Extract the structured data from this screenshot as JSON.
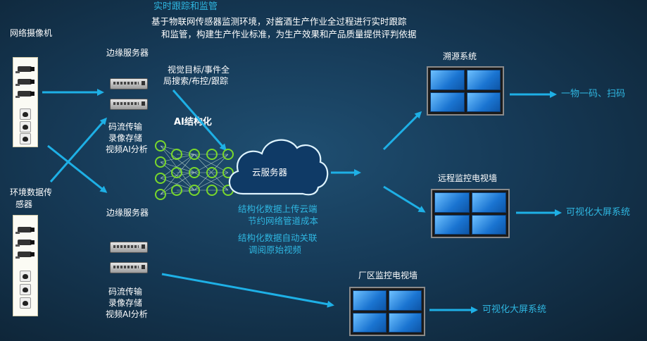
{
  "header": {
    "title": "实时跟踪和监管",
    "intro_line1": "基于物联网传感器监测环境，对酱酒生产作业全过程进行实时跟踪",
    "intro_line2": "和监管，构建生产作业标准，为生产效果和产品质量提供评判依据"
  },
  "inputs": {
    "camera_label": "网络摄像机",
    "sensor_label_line1": "环境数据传",
    "sensor_label_line2": "感器"
  },
  "edge_top": {
    "label": "边缘服务器",
    "caption_line1": "码流传输",
    "caption_line2": "录像存储",
    "caption_line3": "视频AI分析",
    "search_line1": "视觉目标/事件全",
    "search_line2": "局搜索/布控/跟踪"
  },
  "edge_bottom": {
    "label": "边缘服务器",
    "caption_line1": "码流传输",
    "caption_line2": "录像存储",
    "caption_line3": "视频AI分析"
  },
  "ai": {
    "label": "AI结构化"
  },
  "cloud": {
    "label": "云服务器",
    "note1_line1": "结构化数据上传云端",
    "note1_line2": "节约网络管道成本",
    "note2_line1": "结构化数据自动关联",
    "note2_line2": "调阅原始视频"
  },
  "outputs": {
    "traceability": {
      "label": "溯源系统",
      "result": "一物一码、扫码"
    },
    "remote_wall": {
      "label": "远程监控电视墙",
      "result": "可视化大屏系统"
    },
    "factory_wall": {
      "label": "厂区监控电视墙",
      "result": "可视化大屏系统"
    }
  },
  "colors": {
    "arrow": "#1eb0e6",
    "node": "#79d82c",
    "background": "#163a57"
  }
}
